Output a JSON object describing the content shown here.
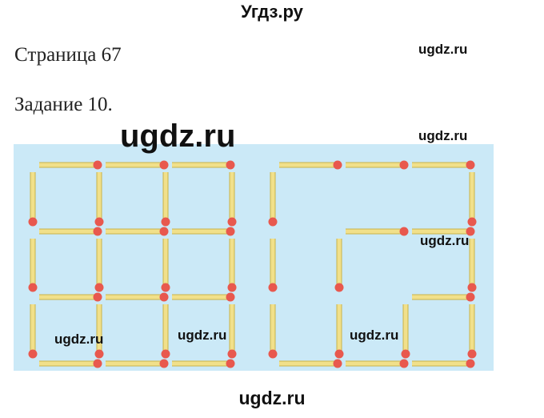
{
  "site_title": "Угдз.ру",
  "page_label": "Страница 67",
  "task_label": "Задание 10.",
  "watermark": "ugdz.ru",
  "colors": {
    "background": "#cbe9f7",
    "match": "#f1e08a",
    "match_edge": "#c9b24a",
    "match_head": "#e8584e"
  }
}
